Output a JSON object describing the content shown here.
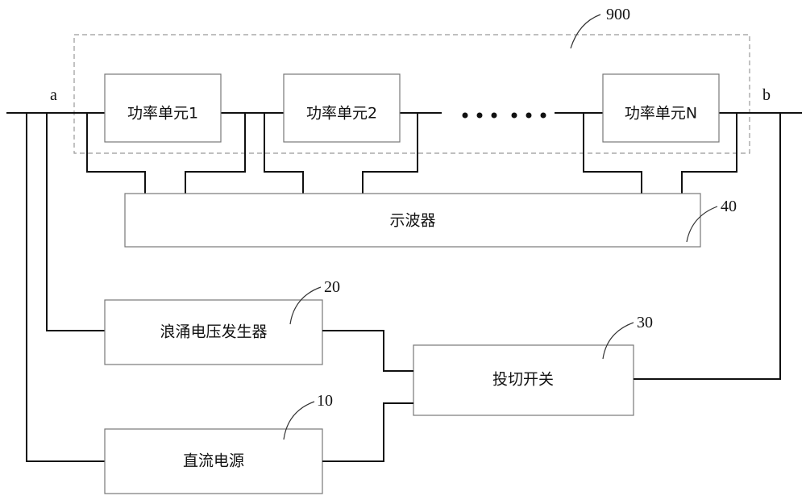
{
  "nodes": {
    "a": "a",
    "b": "b"
  },
  "units": [
    {
      "label": "功率单元1"
    },
    {
      "label": "功率单元2"
    },
    {
      "label": "功率单元N"
    }
  ],
  "blocks": {
    "oscilloscope": "示波器",
    "surge_generator": "浪涌电压发生器",
    "switch": "投切开关",
    "dc_source": "直流电源"
  },
  "refs": {
    "group": "900",
    "oscilloscope": "40",
    "surge_generator": "20",
    "switch": "30",
    "dc_source": "10"
  }
}
